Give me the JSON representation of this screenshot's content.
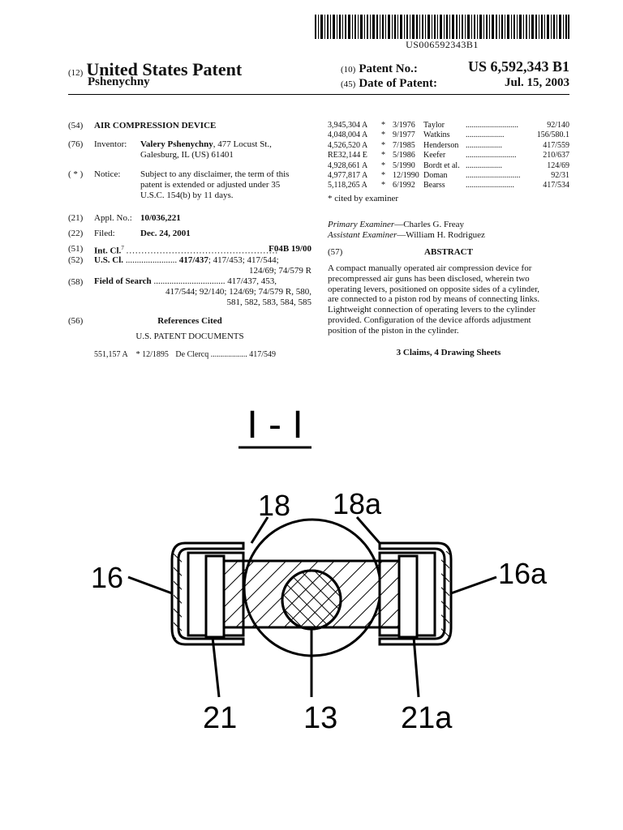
{
  "header": {
    "barcode_number": "US006592343B1",
    "kind_code_label": "(12)",
    "country_title": "United States Patent",
    "inventor_surname": "Pshenychny",
    "patent_no_code": "(10)",
    "patent_no_label": "Patent No.:",
    "patent_no": "US 6,592,343 B1",
    "date_code": "(45)",
    "date_label": "Date of Patent:",
    "date": "Jul. 15, 2003"
  },
  "biblio": {
    "title_code": "(54)",
    "title": "AIR COMPRESSION DEVICE",
    "inventor_code": "(76)",
    "inventor_label": "Inventor:",
    "inventor_name": "Valery Pshenychny",
    "inventor_addr1": ", 477 Locust St.,",
    "inventor_addr2": "Galesburg, IL (US) 61401",
    "notice_code": "( * )",
    "notice_label": "Notice:",
    "notice_line1": "Subject to any disclaimer, the term of this",
    "notice_line2": "patent is extended or adjusted under 35",
    "notice_line3": "U.S.C. 154(b) by 11 days.",
    "appl_code": "(21)",
    "appl_label": "Appl. No.:",
    "appl_no": "10/036,221",
    "filed_code": "(22)",
    "filed_label": "Filed:",
    "filed_date": "Dec. 24, 2001",
    "intcl_code": "(51)",
    "intcl_label": "Int. Cl.",
    "intcl_sup": "7",
    "intcl_dots": "..................................................",
    "intcl_value": "F04B 19/00",
    "uscl_code": "(52)",
    "uscl_label": "U.S. Cl.",
    "uscl_dots": ".......................",
    "uscl_bold": "417/437",
    "uscl_rest1": "; 417/453; 417/544;",
    "uscl_rest2": "124/69; 74/579 R",
    "search_code": "(58)",
    "search_label": "Field of Search",
    "search_dots": "................................",
    "search_line1": "417/437, 453,",
    "search_line2": "417/544; 92/140; 124/69; 74/579 R, 580,",
    "search_line3": "581, 582, 583, 584, 585",
    "refs_code": "(56)",
    "refs_title": "References Cited",
    "refs_subtitle": "U.S. PATENT DOCUMENTS"
  },
  "left_refs": [
    {
      "num": "551,157 A",
      "star": "*",
      "date": "12/1895",
      "name": "De Clercq",
      "dots": "..................",
      "cls": "417/549"
    }
  ],
  "right_refs": [
    {
      "num": "3,945,304 A",
      "star": "*",
      "date": "3/1976",
      "name": "Taylor",
      "dots": "..........................",
      "cls": "92/140"
    },
    {
      "num": "4,048,004 A",
      "star": "*",
      "date": "9/1977",
      "name": "Watkins",
      "dots": "...................",
      "cls": "156/580.1"
    },
    {
      "num": "4,526,520 A",
      "star": "*",
      "date": "7/1985",
      "name": "Henderson",
      "dots": "..................",
      "cls": "417/559"
    },
    {
      "num": "RE32,144 E",
      "star": "*",
      "date": "5/1986",
      "name": "Keefer",
      "dots": ".........................",
      "cls": "210/637"
    },
    {
      "num": "4,928,661 A",
      "star": "*",
      "date": "5/1990",
      "name": "Bordt et al.",
      "dots": "..................",
      "cls": "124/69"
    },
    {
      "num": "4,977,817 A",
      "star": "*",
      "date": "12/1990",
      "name": "Doman",
      "dots": "...........................",
      "cls": "92/31"
    },
    {
      "num": "5,118,265 A",
      "star": "*",
      "date": "6/1992",
      "name": "Bearss",
      "dots": "........................",
      "cls": "417/534"
    }
  ],
  "examiners": {
    "cited": "* cited by examiner",
    "primary_label": "Primary Examiner",
    "primary_name": "—Charles G. Freay",
    "assistant_label": "Assistant Examiner",
    "assistant_name": "—William H. Rodriguez"
  },
  "abstract": {
    "code": "(57)",
    "title": "ABSTRACT",
    "lines": [
      "A compact manually operated air compression device for",
      "precompressed air guns has been disclosed, wherein two",
      "operating levers, positioned on opposite sides of a cylinder,",
      "are connected to a piston rod by means of connecting links.",
      "Lightweight connection of operating levers to the cylinder",
      "provided. Configuration of the device affords adjustment",
      "position of the piston in the cylinder."
    ],
    "claims": "3 Claims, 4 Drawing Sheets"
  },
  "drawing": {
    "section_label": "I - I",
    "labels": {
      "l16": "16",
      "l16a": "16a",
      "l18": "18",
      "l18a": "18a",
      "l21": "21",
      "l13": "13",
      "l21a": "21a"
    }
  }
}
